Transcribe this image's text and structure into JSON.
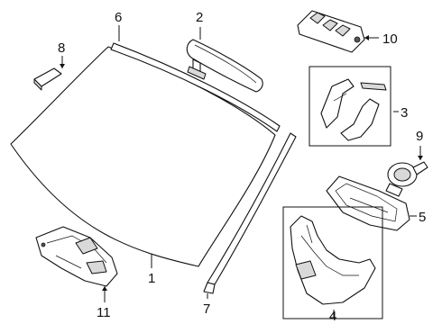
{
  "callouts": {
    "c1": "1",
    "c2": "2",
    "c3": "3",
    "c4": "4",
    "c5": "5",
    "c6": "6",
    "c7": "7",
    "c8": "8",
    "c9": "9",
    "c10": "10",
    "c11": "11"
  },
  "colors": {
    "line": "#111111",
    "part_fill": "#ffffff",
    "shade": "#d9d9d9"
  }
}
